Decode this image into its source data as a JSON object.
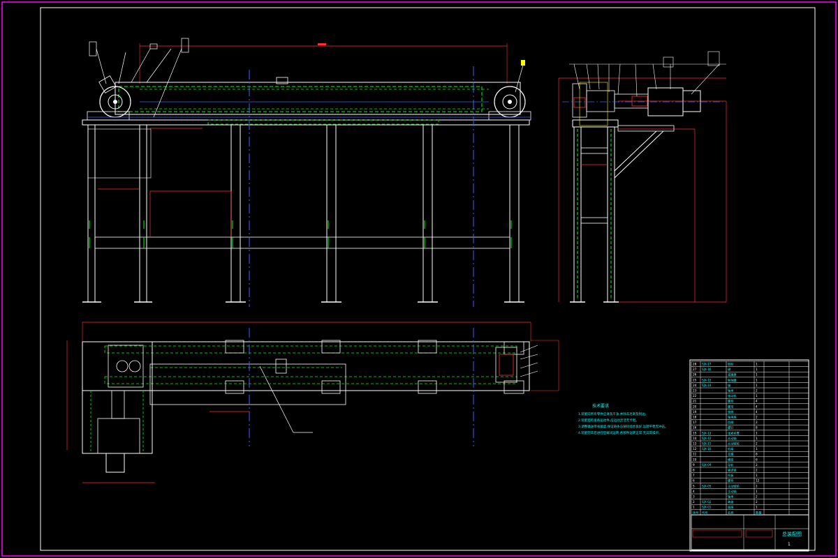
{
  "drawing": {
    "background": "#000000",
    "sheet_border_color": "#ff00ff",
    "inner_border_color": "#ffffff",
    "line_white": "#ffffff",
    "line_green": "#00ff00",
    "line_red": "#ff3030",
    "line_blue": "#4060ff",
    "line_yellow": "#ffff00",
    "line_cyan": "#00ffff"
  },
  "labels": {
    "tech_requirements_title": "技术要求",
    "title_block_name": "总装配图",
    "sheet_number": "1",
    "part_box_center": "1"
  },
  "tech_requirements": [
    "1.装配前所有零件应清洗干净,并除去毛刺及锐边。",
    "2.装配后检查各运动件,应运动灵活无卡阻。",
    "3.调整输送带张紧度,保证链条与链轮啮合良好,运转平稳无冲击。",
    "4.装配完毕后进行空载试运转,各部件运转正常,无异常噪声。"
  ],
  "bom_rows": [
    {
      "no": "28",
      "code": "SJX-17",
      "name": "链轮",
      "qty": "1"
    },
    {
      "no": "27",
      "code": "SJX-16",
      "name": "键",
      "qty": "1"
    },
    {
      "no": "26",
      "code": "",
      "name": "减速器",
      "qty": "1"
    },
    {
      "no": "25",
      "code": "SJX-15",
      "name": "联轴器",
      "qty": "1"
    },
    {
      "no": "24",
      "code": "SJX-14",
      "name": "轴",
      "qty": "1"
    },
    {
      "no": "23",
      "code": "",
      "name": "轴承",
      "qty": "2"
    },
    {
      "no": "22",
      "code": "",
      "name": "电动机",
      "qty": "1"
    },
    {
      "no": "21",
      "code": "",
      "name": "螺栓",
      "qty": "4"
    },
    {
      "no": "20",
      "code": "",
      "name": "螺母",
      "qty": "4"
    },
    {
      "no": "19",
      "code": "",
      "name": "垫圈",
      "qty": "4"
    },
    {
      "no": "18",
      "code": "",
      "name": "轴承座",
      "qty": "2"
    },
    {
      "no": "17",
      "code": "",
      "name": "挡圈",
      "qty": "2"
    },
    {
      "no": "16",
      "code": "",
      "name": "螺钉",
      "qty": "8"
    },
    {
      "no": "15",
      "code": "SJX-13",
      "name": "张紧装置",
      "qty": "1"
    },
    {
      "no": "14",
      "code": "SJX-12",
      "name": "从动轴",
      "qty": "1"
    },
    {
      "no": "13",
      "code": "SJX-11",
      "name": "从动链轮",
      "qty": "2"
    },
    {
      "no": "12",
      "code": "SJX-10",
      "name": "机架",
      "qty": "1"
    },
    {
      "no": "11",
      "code": "",
      "name": "支腿",
      "qty": "8"
    },
    {
      "no": "10",
      "code": "",
      "name": "横梁",
      "qty": "6"
    },
    {
      "no": "9",
      "code": "SJX-09",
      "name": "导轨",
      "qty": "2"
    },
    {
      "no": "8",
      "code": "",
      "name": "输送链",
      "qty": "2"
    },
    {
      "no": "7",
      "code": "",
      "name": "托板",
      "qty": "1"
    },
    {
      "no": "6",
      "code": "",
      "name": "螺栓",
      "qty": "12"
    },
    {
      "no": "5",
      "code": "SJX-05",
      "name": "主动链轮",
      "qty": "2"
    },
    {
      "no": "4",
      "code": "",
      "name": "主动轴",
      "qty": "1"
    },
    {
      "no": "3",
      "code": "",
      "name": "轴承",
      "qty": "2"
    },
    {
      "no": "2",
      "code": "SJX-02",
      "name": "端盖",
      "qty": "2"
    },
    {
      "no": "1",
      "code": "SJX-01",
      "name": "底座",
      "qty": "1"
    }
  ],
  "bom_header": {
    "no": "序号",
    "code": "代号",
    "name": "名称",
    "qty": "数量"
  }
}
